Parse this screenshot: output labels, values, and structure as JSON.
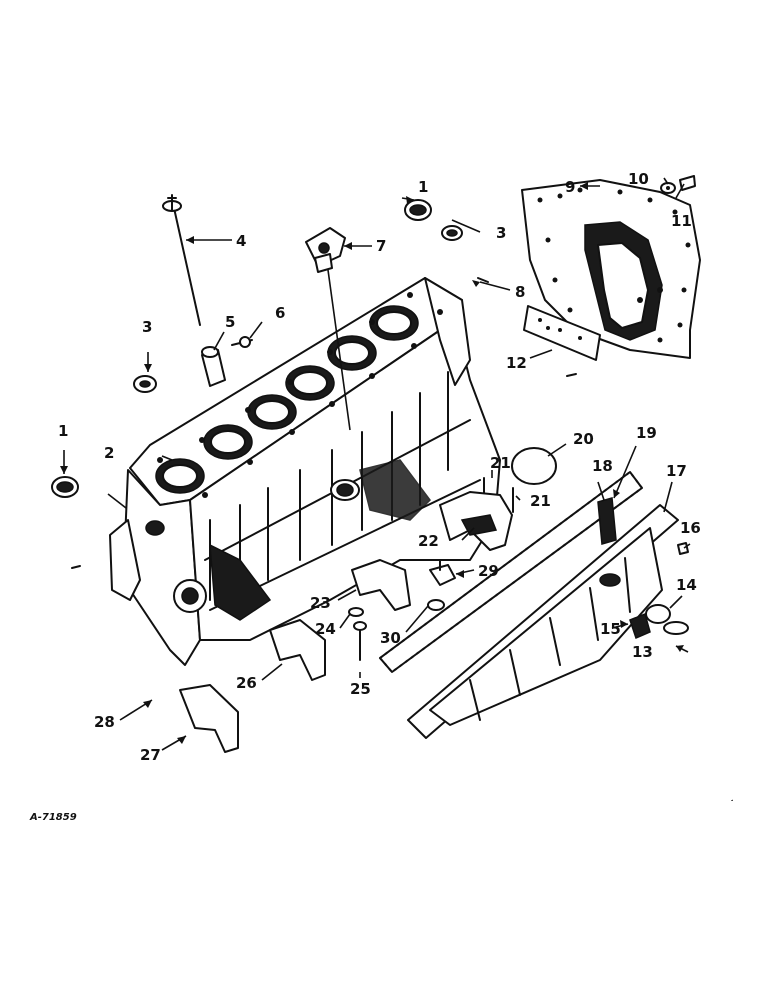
{
  "figure_code": "A-71859",
  "callouts": [
    "1",
    "2",
    "3",
    "4",
    "5",
    "6",
    "7",
    "1",
    "3",
    "8",
    "9",
    "10",
    "11",
    "12",
    "20",
    "19",
    "21",
    "18",
    "17",
    "21",
    "16",
    "22",
    "29",
    "14",
    "23",
    "15",
    "24",
    "30",
    "13",
    "26",
    "25",
    "28",
    "27"
  ],
  "parts": [
    "cylinder-block",
    "cylinder-sleeves",
    "dipstick",
    "plug",
    "cup-plug",
    "flywheel-housing-plate",
    "water-elbow",
    "dowel-pin",
    "gasket",
    "screw",
    "washer",
    "bearing-caps",
    "side-plate",
    "oil-pan",
    "oil-pan-gasket",
    "oil-seal-ring",
    "stud",
    "cap-screw",
    "bolt",
    "oil-pump-screen",
    "breather-pipe"
  ],
  "ink_color": "#111111",
  "paper_color": "#ffffff"
}
